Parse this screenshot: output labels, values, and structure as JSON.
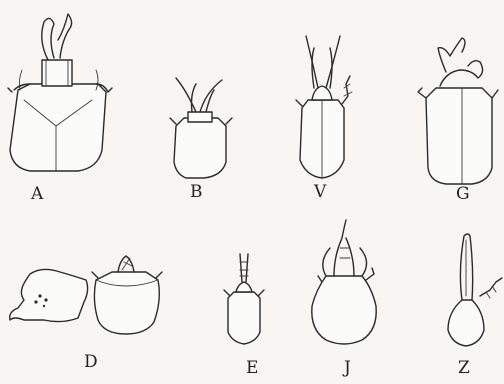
{
  "figures": [
    {
      "id": "A",
      "label": "A"
    },
    {
      "id": "B",
      "label": "B"
    },
    {
      "id": "V",
      "label": "V"
    },
    {
      "id": "G",
      "label": "G"
    },
    {
      "id": "D",
      "label": "D"
    },
    {
      "id": "E",
      "label": "E"
    },
    {
      "id": "J",
      "label": "J"
    },
    {
      "id": "Z",
      "label": "Z"
    }
  ]
}
